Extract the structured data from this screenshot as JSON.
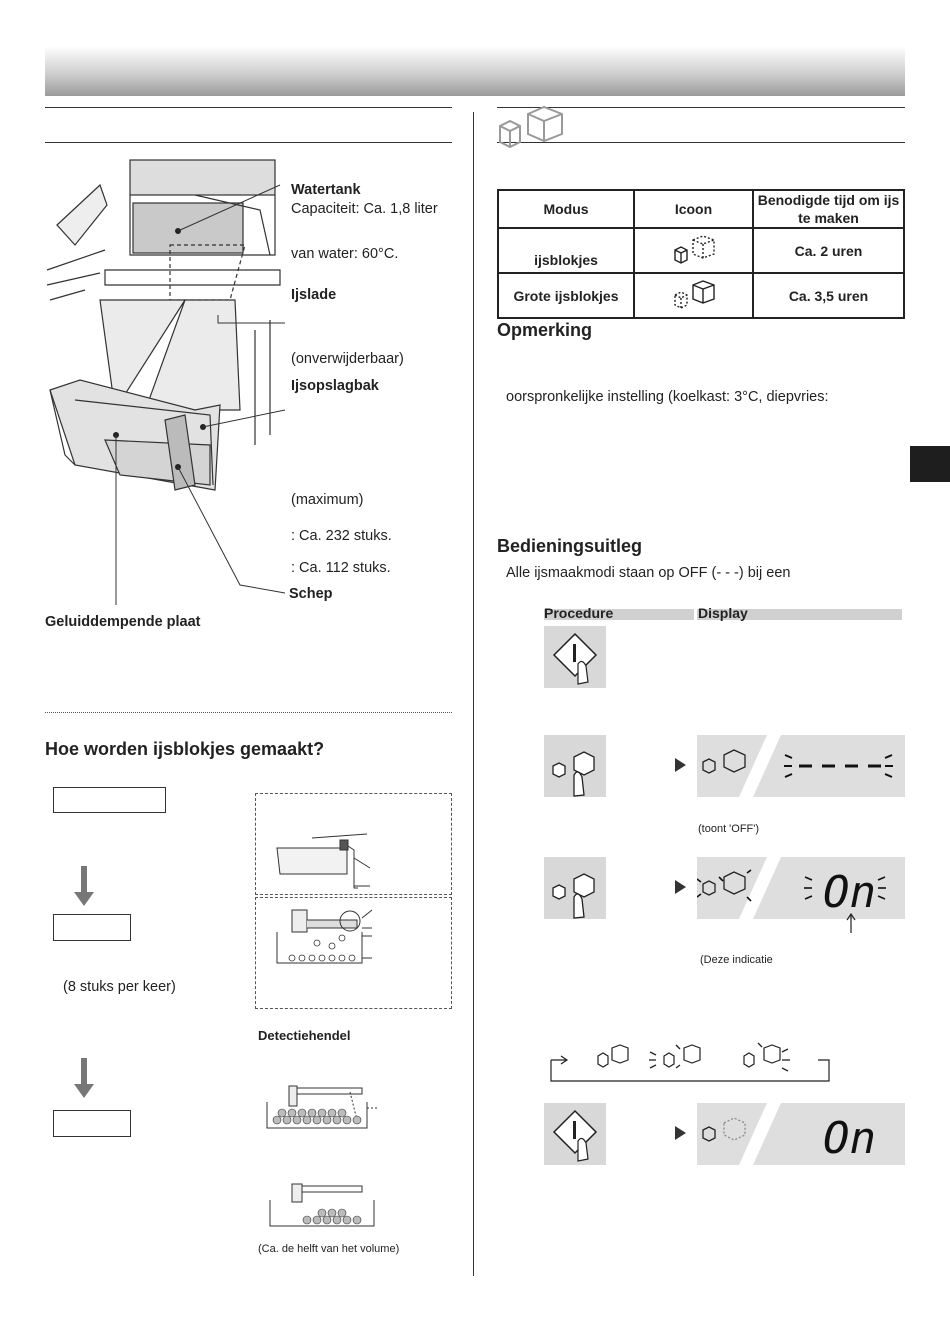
{
  "left": {
    "labels": {
      "watertank": "Watertank",
      "capacity": "Capaciteit: Ca. 1,8 liter",
      "water_temp": "van water: 60°C.",
      "ijslade": "Ijslade",
      "onverwijderbaar": "(onverwijderbaar)",
      "ijsopslagbak": "Ijsopslagbak",
      "maximum": "(maximum)",
      "count_small": ": Ca. 232 stuks.",
      "count_large": ": Ca. 112 stuks.",
      "schep": "Schep",
      "geluid": "Geluiddempende plaat"
    },
    "how_title": "Hoe worden ijsblokjes gemaakt?",
    "per_time": "(8 stuks per keer)",
    "detectiehendel": "Detectiehendel",
    "half_volume": "(Ca. de helft van het volume)"
  },
  "right": {
    "table": {
      "headers": [
        "Modus",
        "Icoon",
        "Benodigde tijd om ijs te maken"
      ],
      "rows": [
        {
          "mode": "ijsblokjes",
          "time": "Ca. 2 uren"
        },
        {
          "mode": "Grote ijsblokjes",
          "time": "Ca. 3,5 uren"
        }
      ]
    },
    "opmerking_title": "Opmerking",
    "opmerking_text": "oorspronkelijke instelling (koelkast: 3°C, diepvries:",
    "bedien_title": "Bedieningsuitleg",
    "bedien_text": "Alle ijsmaakmodi staan op OFF (- - -) bij een",
    "procedure_label": "Procedure",
    "display_label": "Display",
    "toont_off": "(toont 'OFF')",
    "deze_indicatie": "(Deze indicatie",
    "display_on": "On"
  },
  "icons": [
    "ice-cube-icon",
    "hand-press-icon",
    "lock-button-icon"
  ],
  "colors": {
    "header": "#9a9a9a",
    "panel": "#d8d8d8",
    "tab": "#1e1e1e"
  }
}
